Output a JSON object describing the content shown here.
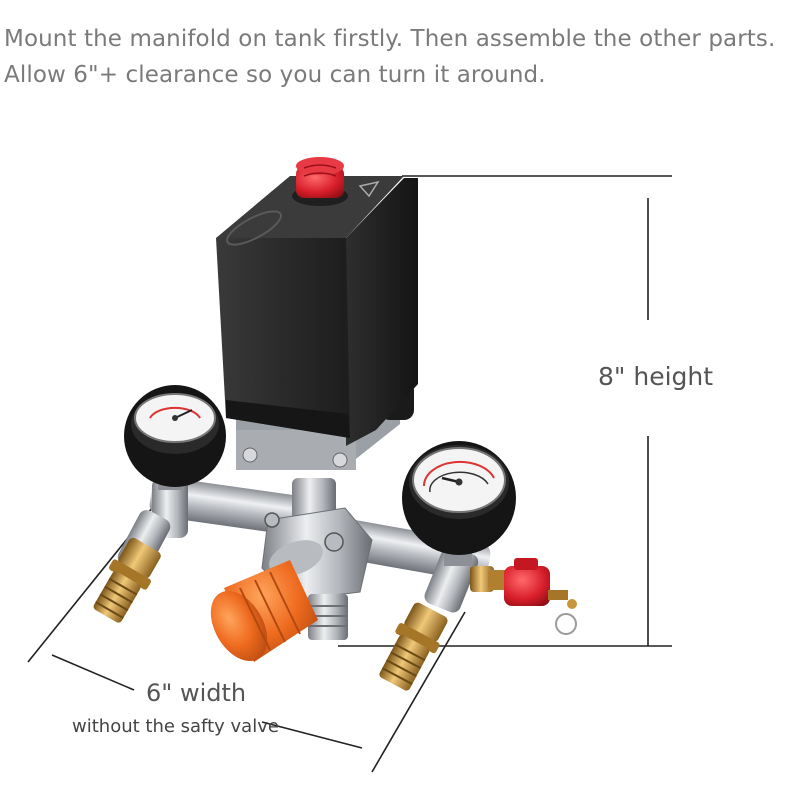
{
  "caption": {
    "line1": "Mount the manifold on tank firstly. Then assemble the other parts.",
    "line2": "Allow 6\"+ clearance so you can turn it around."
  },
  "dimensions": {
    "height": "8\" height",
    "width": "6\" width",
    "width_note": "without the safty valve"
  },
  "colors": {
    "caption_text": "#7a7a7a",
    "dimension_line": "#222222",
    "switch_body": "#2b2b2b",
    "red_button": "#d81e2a",
    "orange_knob": "#ee6a1f",
    "brass": "#c8963c",
    "chrome": "#c9ccd0"
  }
}
